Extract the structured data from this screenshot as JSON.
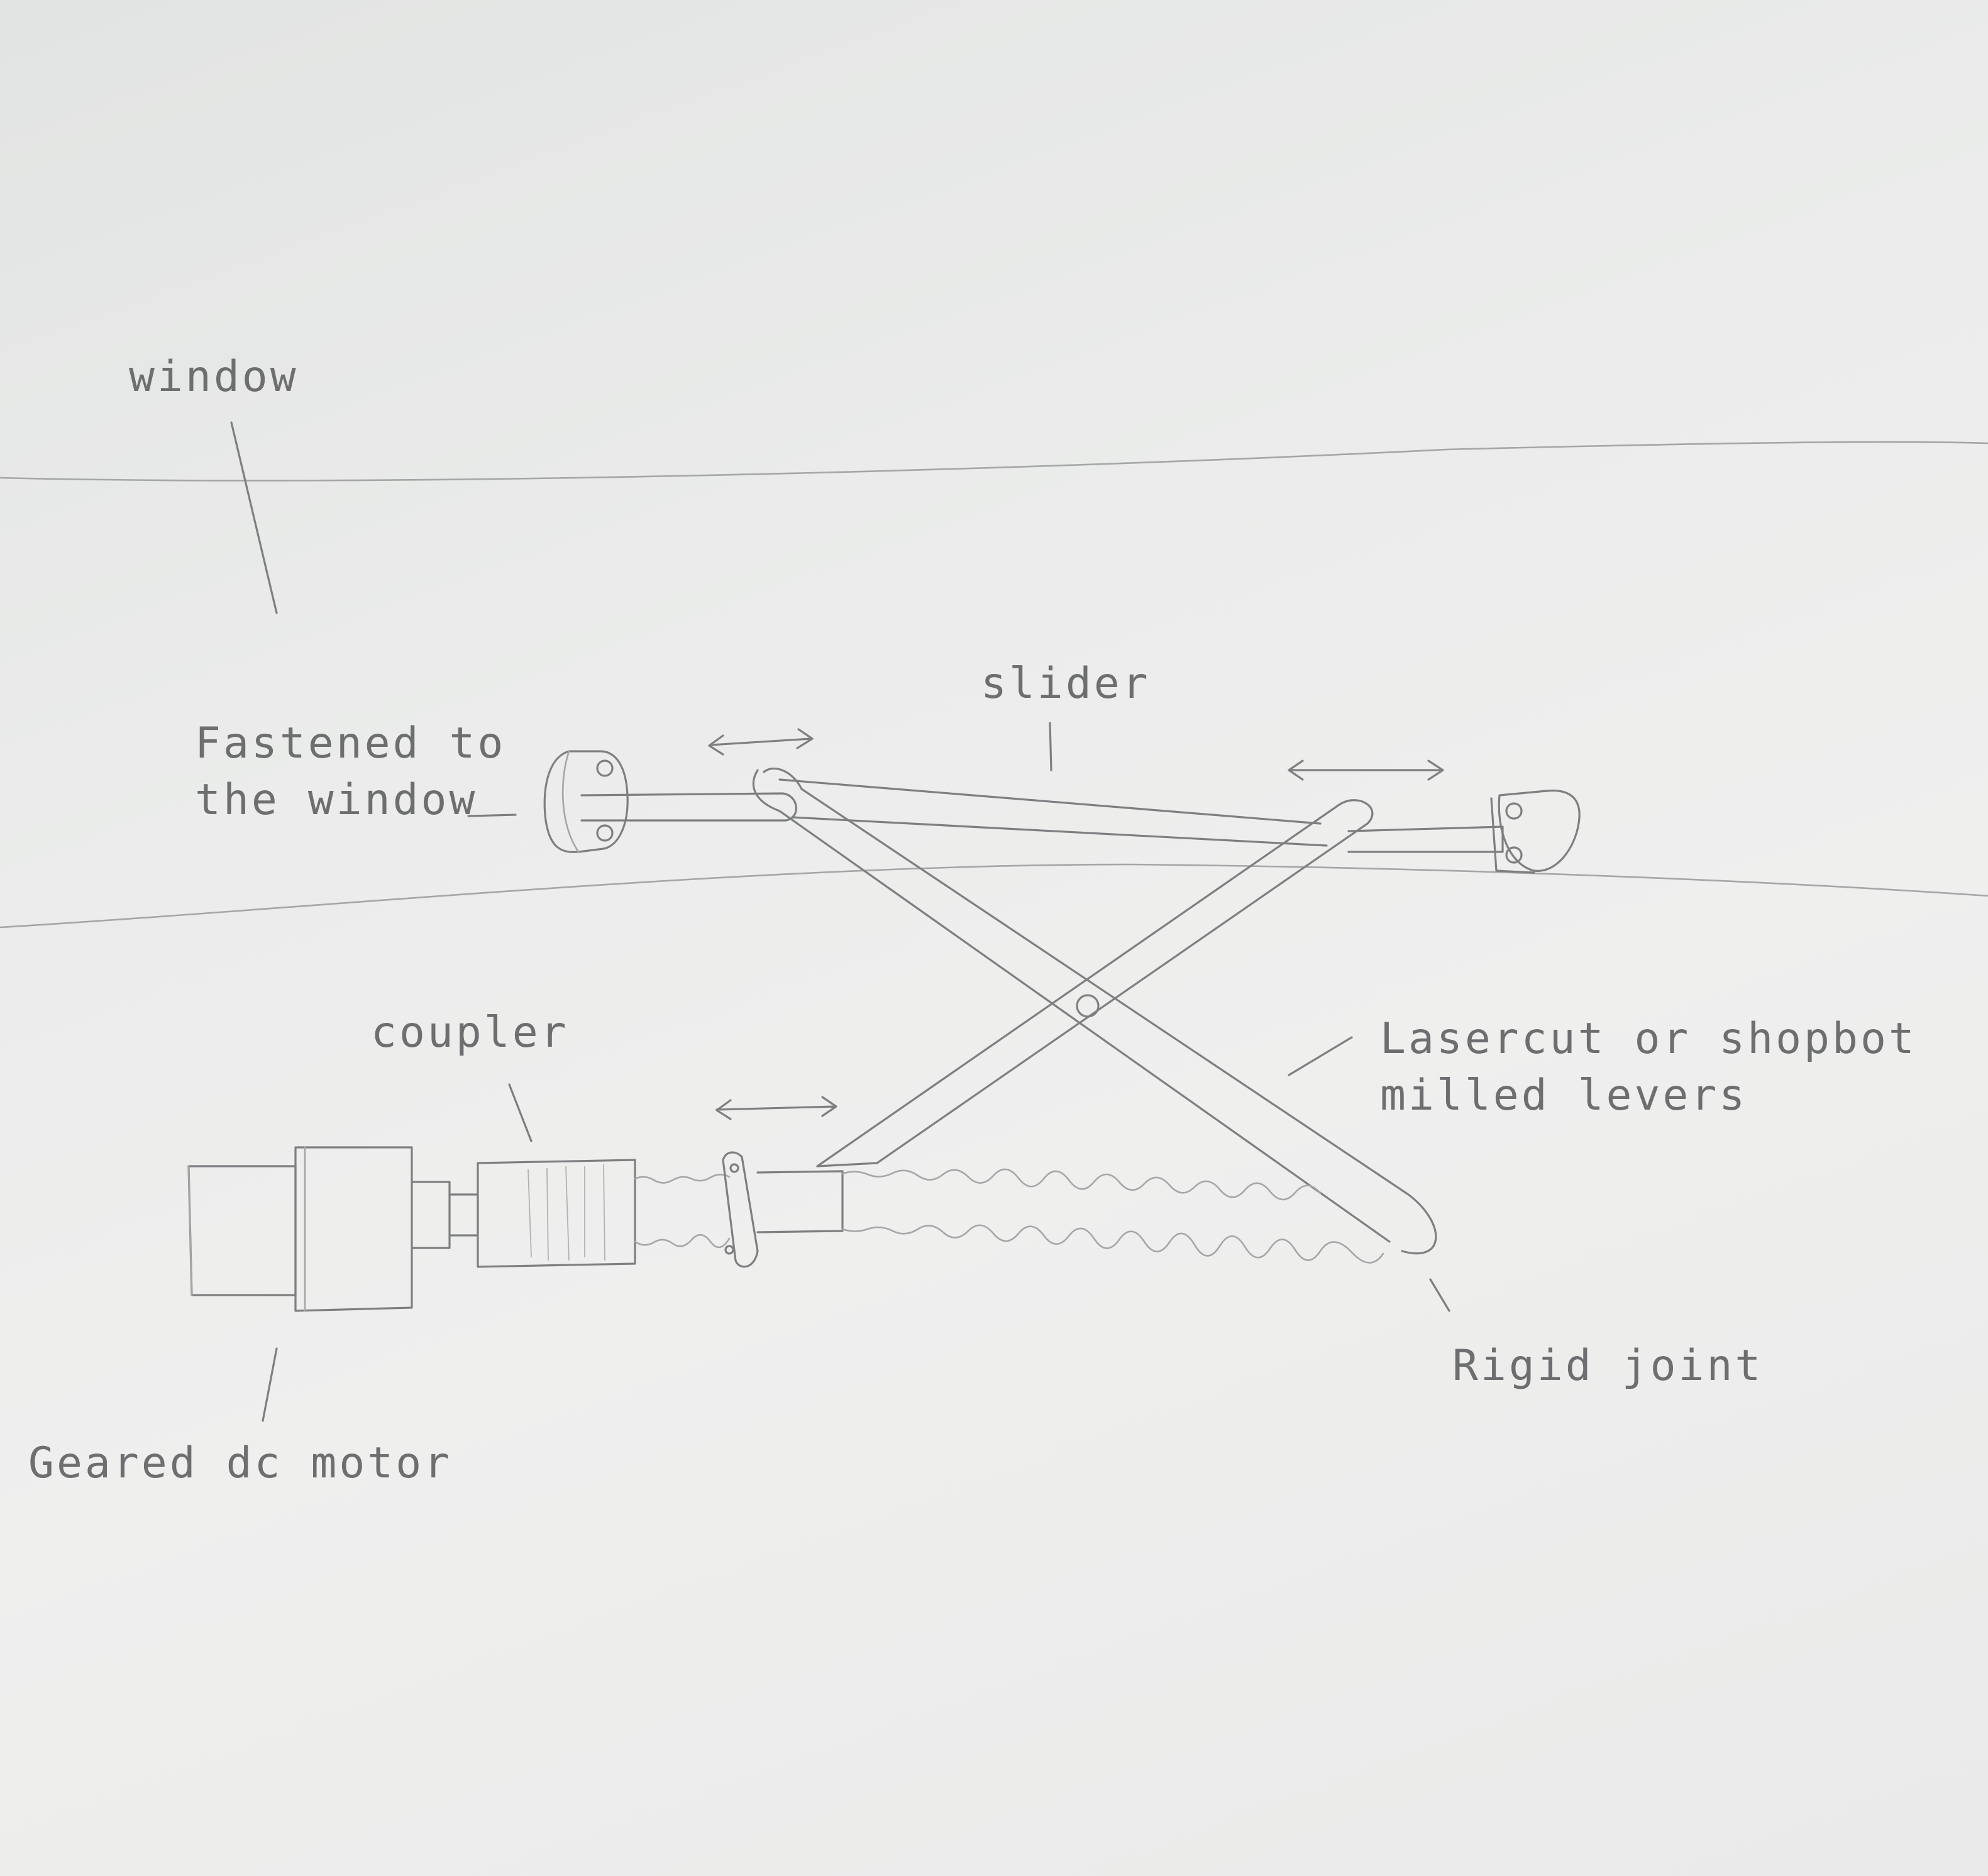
{
  "labels": {
    "window": "window",
    "fastened_line1": "Fastened to",
    "fastened_line2": "the window",
    "slider": "slider",
    "coupler": "coupler",
    "levers_line1": "Lasercut or shopbot",
    "levers_line2": "milled levers",
    "rigid_joint": "Rigid joint",
    "motor": "Geared dc motor"
  }
}
